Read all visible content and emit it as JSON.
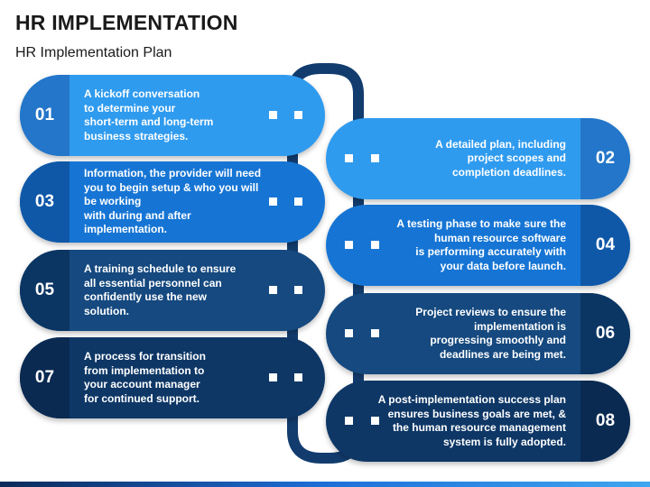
{
  "header": {
    "title": "HR IMPLEMENTATION",
    "subtitle": "HR Implementation Plan"
  },
  "colors": {
    "step1": "#2f9bef",
    "step2": "#1675d4",
    "step3": "#15497f",
    "step4": "#0e3766",
    "connector": "#123c6e"
  },
  "steps": [
    {
      "number": "01",
      "text": "A kickoff conversation\nto determine your\nshort-term and long-term\nbusiness strategies."
    },
    {
      "number": "02",
      "text": "A detailed plan, including\nproject scopes and\ncompletion deadlines."
    },
    {
      "number": "03",
      "text": "Information, the provider will need\nyou to begin setup & who you will\nbe working\nwith during and after\nimplementation."
    },
    {
      "number": "04",
      "text": "A testing phase to make sure the\nhuman resource software\nis performing accurately with\nyour data before launch."
    },
    {
      "number": "05",
      "text": "A training schedule to ensure\nall essential personnel can\nconfidently use the new\nsolution."
    },
    {
      "number": "06",
      "text": "Project reviews to ensure the\nimplementation is\nprogressing smoothly and\ndeadlines are being met."
    },
    {
      "number": "07",
      "text": "A process for transition\nfrom implementation to\nyour account manager\nfor continued support."
    },
    {
      "number": "08",
      "text": "A post-implementation success plan\nensures business goals are met, &\nthe human resource management\nsystem is fully adopted."
    }
  ]
}
